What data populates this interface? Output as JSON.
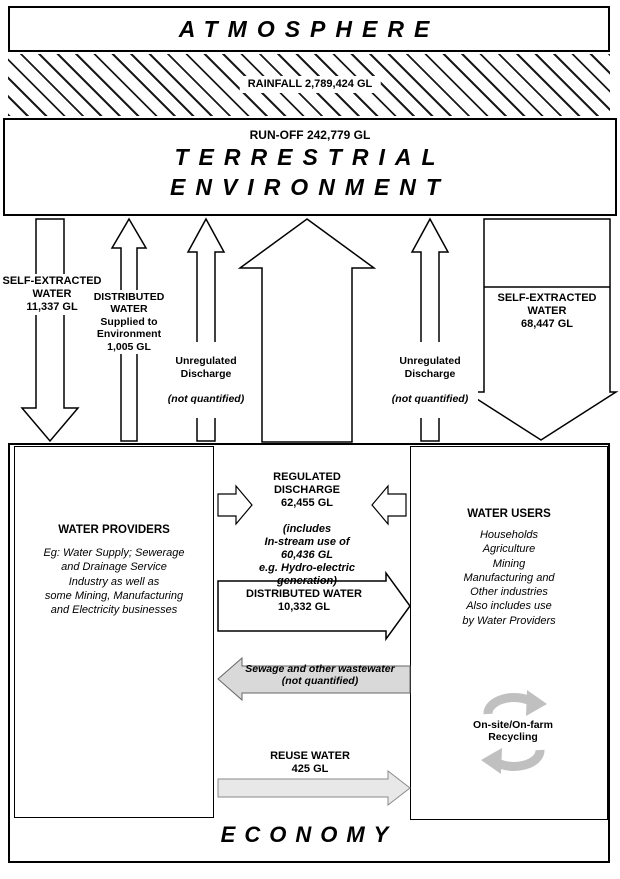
{
  "colors": {
    "line": "#000000",
    "gray_arrow": "#d9d9d9",
    "light_gray_arrow": "#e8e8e8",
    "recycle_gray": "#c0c0c0"
  },
  "atmosphere": {
    "title": "ATMOSPHERE"
  },
  "rainfall": {
    "label": "RAINFALL 2,789,424 GL"
  },
  "terrestrial": {
    "runoff_label": "RUN-OFF 242,779 GL",
    "title_line1": "TERRESTRIAL",
    "title_line2": "ENVIRONMENT"
  },
  "flows": {
    "self_extracted_left": "SELF-EXTRACTED\nWATER\n11,337 GL",
    "distributed_to_environment": "DISTRIBUTED\nWATER\nSupplied to\nEnvironment\n1,005 GL",
    "unregulated_left_main": "Unregulated\nDischarge",
    "unregulated_left_note": "(not quantified)",
    "unregulated_right_main": "Unregulated\nDischarge",
    "unregulated_right_note": "(not quantified)",
    "self_extracted_right": "SELF-EXTRACTED\nWATER\n68,447 GL",
    "regulated_main": "REGULATED\nDISCHARGE\n62,455 GL",
    "regulated_note": "(includes\nIn-stream use of\n60,436 GL\ne.g. Hydro-electric\ngeneration)",
    "distributed_water": "DISTRIBUTED WATER\n10,332 GL",
    "sewage": "Sewage and other wastewater\n(not quantified)",
    "reuse": "REUSE WATER\n425 GL",
    "recycling": "On-site/On-farm\nRecycling"
  },
  "economy": {
    "title": "ECONOMY",
    "providers": {
      "title": "WATER PROVIDERS",
      "description": "Eg: Water Supply; Sewerage\nand Drainage Service\nIndustry as well as\nsome Mining, Manufacturing\nand Electricity businesses"
    },
    "users": {
      "title": "WATER USERS",
      "description": "Households\nAgriculture\nMining\nManufacturing and\nOther industries\nAlso includes use\nby Water Providers"
    }
  }
}
